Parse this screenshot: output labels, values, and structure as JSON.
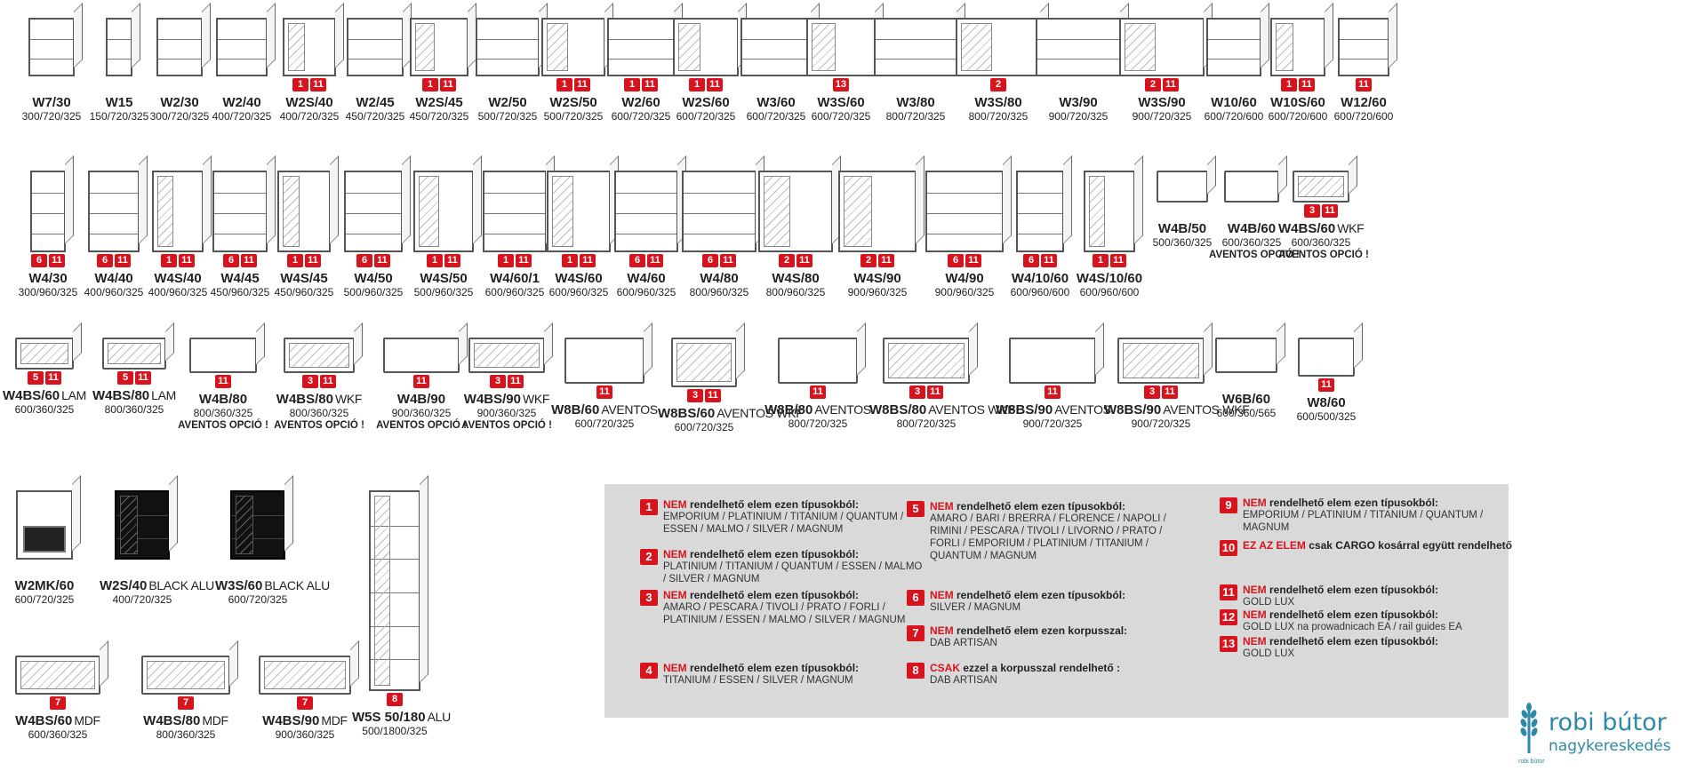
{
  "items": [
    {
      "code": "W7/30",
      "dims": "300/720/325",
      "badges": [],
      "kind": "corner_open"
    },
    {
      "code": "W15",
      "dims": "150/720/325",
      "badges": [],
      "kind": "open_narrow"
    },
    {
      "code": "W2/30",
      "dims": "300/720/325",
      "badges": [],
      "kind": "open"
    },
    {
      "code": "W2/40",
      "dims": "400/720/325",
      "badges": [],
      "kind": "open"
    },
    {
      "code": "W2S/40",
      "dims": "400/720/325",
      "badges": [
        "1",
        "11"
      ],
      "kind": "glass"
    },
    {
      "code": "W2/45",
      "dims": "450/720/325",
      "badges": [],
      "kind": "open"
    },
    {
      "code": "W2S/45",
      "dims": "450/720/325",
      "badges": [
        "1",
        "11"
      ],
      "kind": "glass"
    },
    {
      "code": "W2/50",
      "dims": "500/720/325",
      "badges": [],
      "kind": "open"
    },
    {
      "code": "W2S/50",
      "dims": "500/720/325",
      "badges": [
        "1",
        "11"
      ],
      "kind": "glass"
    },
    {
      "code": "W2/60",
      "dims": "600/720/325",
      "badges": [
        "1",
        "11"
      ],
      "kind": "open"
    },
    {
      "code": "W2S/60",
      "dims": "600/720/325",
      "badges": [
        "1",
        "11"
      ],
      "kind": "glass"
    },
    {
      "code": "W3/60",
      "dims": "600/720/325",
      "badges": [],
      "kind": "open"
    },
    {
      "code": "W3S/60",
      "dims": "600/720/325",
      "badges": [
        "13"
      ],
      "kind": "glass"
    },
    {
      "code": "W3/80",
      "dims": "800/720/325",
      "badges": [],
      "kind": "open"
    },
    {
      "code": "W3S/80",
      "dims": "800/720/325",
      "badges": [
        "2"
      ],
      "kind": "glass"
    },
    {
      "code": "W3/90",
      "dims": "900/720/325",
      "badges": [],
      "kind": "open"
    },
    {
      "code": "W3S/90",
      "dims": "900/720/325",
      "badges": [
        "2",
        "11"
      ],
      "kind": "glass"
    },
    {
      "code": "W10/60",
      "dims": "600/720/600",
      "badges": [],
      "kind": "open"
    },
    {
      "code": "W10S/60",
      "dims": "600/720/600",
      "badges": [
        "1",
        "11"
      ],
      "kind": "glass"
    },
    {
      "code": "W12/60",
      "dims": "600/720/600",
      "badges": [
        "11"
      ],
      "kind": "corner_open"
    },
    {
      "code": "W4/30",
      "dims": "300/960/325",
      "badges": [
        "6",
        "11"
      ],
      "kind": "open"
    },
    {
      "code": "W4/40",
      "dims": "400/960/325",
      "badges": [
        "6",
        "11"
      ],
      "kind": "open"
    },
    {
      "code": "W4S/40",
      "dims": "400/960/325",
      "badges": [
        "1",
        "11"
      ],
      "kind": "glass"
    },
    {
      "code": "W4/45",
      "dims": "450/960/325",
      "badges": [
        "6",
        "11"
      ],
      "kind": "open"
    },
    {
      "code": "W4S/45",
      "dims": "450/960/325",
      "badges": [
        "1",
        "11"
      ],
      "kind": "glass"
    },
    {
      "code": "W4/50",
      "dims": "500/960/325",
      "badges": [
        "6",
        "11"
      ],
      "kind": "open"
    },
    {
      "code": "W4S/50",
      "dims": "500/960/325",
      "badges": [
        "1",
        "11"
      ],
      "kind": "glass"
    },
    {
      "code": "W4/60/1",
      "dims": "600/960/325",
      "badges": [
        "1",
        "11"
      ],
      "kind": "open"
    },
    {
      "code": "W4S/60",
      "dims": "600/960/325",
      "badges": [
        "1",
        "11"
      ],
      "kind": "glass"
    },
    {
      "code": "W4/60",
      "dims": "600/960/325",
      "badges": [
        "6",
        "11"
      ],
      "kind": "open"
    },
    {
      "code": "W4/80",
      "dims": "800/960/325",
      "badges": [
        "6",
        "11"
      ],
      "kind": "open"
    },
    {
      "code": "W4S/80",
      "dims": "800/960/325",
      "badges": [
        "2",
        "11"
      ],
      "kind": "glass"
    },
    {
      "code": "W4S/90",
      "dims": "900/960/325",
      "badges": [
        "2",
        "11"
      ],
      "kind": "glass"
    },
    {
      "code": "W4/90",
      "dims": "900/960/325",
      "badges": [
        "6",
        "11"
      ],
      "kind": "open"
    },
    {
      "code": "W4/10/60",
      "dims": "600/960/600",
      "badges": [
        "6",
        "11"
      ],
      "kind": "open"
    },
    {
      "code": "W4S/10/60",
      "dims": "600/960/600",
      "badges": [
        "1",
        "11"
      ],
      "kind": "glass"
    },
    {
      "code": "W4B/50",
      "dims": "500/360/325",
      "badges": [],
      "kind": "flap"
    },
    {
      "code": "W4B/60",
      "dims": "600/360/325",
      "badges": [],
      "kind": "flap",
      "note": "AVENTOS OPCIÓ !"
    },
    {
      "code": "W4BS/60",
      "suffix": "WKF",
      "dims": "600/360/325",
      "badges": [
        "3",
        "11"
      ],
      "kind": "flap_glass",
      "note": "AVENTOS OPCIÓ !"
    },
    {
      "code": "W4BS/60",
      "suffix": "LAM",
      "dims": "600/360/325",
      "badges": [
        "5",
        "11"
      ],
      "kind": "flap_glass"
    },
    {
      "code": "W4BS/80",
      "suffix": "LAM",
      "dims": "800/360/325",
      "badges": [
        "5",
        "11"
      ],
      "kind": "flap_glass"
    },
    {
      "code": "W4B/80",
      "dims": "800/360/325",
      "badges": [
        "11"
      ],
      "kind": "flap",
      "note": "AVENTOS OPCIÓ !"
    },
    {
      "code": "W4BS/80",
      "suffix": "WKF",
      "dims": "800/360/325",
      "badges": [
        "3",
        "11"
      ],
      "kind": "flap_glass",
      "note": "AVENTOS OPCIÓ !"
    },
    {
      "code": "W4B/90",
      "dims": "900/360/325",
      "badges": [
        "11"
      ],
      "kind": "flap",
      "note": "AVENTOS OPCIÓ !"
    },
    {
      "code": "W4BS/90",
      "suffix": "WKF",
      "dims": "900/360/325",
      "badges": [
        "3",
        "11"
      ],
      "kind": "flap_glass",
      "note": "AVENTOS OPCIÓ !"
    },
    {
      "code": "W8B/60",
      "suffix": "AVENTOS",
      "dims": "600/720/325",
      "badges": [
        "11"
      ],
      "kind": "flap"
    },
    {
      "code": "W8BS/60",
      "suffix": "AVENTOS WKF",
      "dims": "600/720/325",
      "badges": [
        "3",
        "11"
      ],
      "kind": "flap_glass"
    },
    {
      "code": "W8B/80",
      "suffix": "AVENTOS",
      "dims": "800/720/325",
      "badges": [
        "11"
      ],
      "kind": "flap"
    },
    {
      "code": "W8BS/80",
      "suffix": "AVENTOS WKF",
      "dims": "800/720/325",
      "badges": [
        "3",
        "11"
      ],
      "kind": "flap_glass"
    },
    {
      "code": "W8BS/90",
      "suffix": "AVENTOS",
      "dims": "900/720/325",
      "badges": [
        "11"
      ],
      "kind": "flap"
    },
    {
      "code": "W8BS/90",
      "suffix": "AVENTOS WKF",
      "dims": "900/720/325",
      "badges": [
        "3",
        "11"
      ],
      "kind": "flap_glass"
    },
    {
      "code": "W6B/60",
      "dims": "600/360/565",
      "badges": [],
      "kind": "flap"
    },
    {
      "code": "W8/60",
      "dims": "600/500/325",
      "badges": [
        "11"
      ],
      "kind": "flap"
    },
    {
      "code": "W2MK/60",
      "dims": "600/720/325",
      "badges": [],
      "kind": "oven"
    },
    {
      "code": "W2S/40",
      "suffix": "BLACK ALU",
      "dims": "400/720/325",
      "badges": [],
      "kind": "dark_glass"
    },
    {
      "code": "W3S/60",
      "suffix": "BLACK ALU",
      "dims": "600/720/325",
      "badges": [],
      "kind": "dark_glass"
    },
    {
      "code": "W5S 50/180",
      "suffix": "ALU",
      "dims": "500/1800/325",
      "badges": [
        "8"
      ],
      "kind": "tall_glass"
    },
    {
      "code": "W4BS/60",
      "suffix": "MDF",
      "dims": "600/360/325",
      "badges": [
        "7"
      ],
      "kind": "flap_glass"
    },
    {
      "code": "W4BS/80",
      "suffix": "MDF",
      "dims": "800/360/325",
      "badges": [
        "7"
      ],
      "kind": "flap_glass"
    },
    {
      "code": "W4BS/90",
      "suffix": "MDF",
      "dims": "900/360/325",
      "badges": [
        "7"
      ],
      "kind": "flap_glass"
    }
  ],
  "legend": [
    {
      "num": "1",
      "red": "NEM",
      "head": "rendelhető elem ezen típusokból:",
      "body": "EMPORIUM / PLATINIUM / TITANIUM / QUANTUM / ESSEN / MALMO / SILVER / MAGNUM"
    },
    {
      "num": "2",
      "red": "NEM",
      "head": "rendelhető elem ezen típusokból:",
      "body": "PLATINIUM / TITANIUM / QUANTUM / ESSEN / MALMO / SILVER / MAGNUM"
    },
    {
      "num": "3",
      "red": "NEM",
      "head": "rendelhető elem ezen típusokból:",
      "body": "AMARO / PESCARA / TIVOLI / PRATO / FORLI / PLATINIUM / ESSEN / MALMO / SILVER / MAGNUM"
    },
    {
      "num": "4",
      "red": "NEM",
      "head": "rendelhető elem ezen típusokból:",
      "body": "TITANIUM / ESSEN / SILVER / MAGNUM"
    },
    {
      "num": "5",
      "red": "NEM",
      "head": "rendelhető elem ezen típusokból:",
      "body": "AMARO / BARI / BRERRA / FLORENCE / NAPOLI / RIMINI / PESCARA / TIVOLI / LIVORNO / PRATO / FORLI / EMPORIUM / PLATINIUM / TITANIUM / QUANTUM / MAGNUM"
    },
    {
      "num": "6",
      "red": "NEM",
      "head": "rendelhető elem ezen típusokból:",
      "body": "SILVER / MAGNUM"
    },
    {
      "num": "7",
      "red": "NEM",
      "head": "rendelhető elem ezen korpusszal:",
      "body": "DAB ARTISAN"
    },
    {
      "num": "8",
      "red": "CSAK",
      "head": "ezzel a korpusszal rendelhető :",
      "body": "DAB ARTISAN"
    },
    {
      "num": "9",
      "red": "NEM",
      "head": "rendelhető elem ezen típusokból:",
      "body": "EMPORIUM / PLATINIUM / TITANIUM / QUANTUM / MAGNUM"
    },
    {
      "num": "10",
      "red": "EZ AZ ELEM",
      "head": "csak CARGO kosárral  együtt rendelhető",
      "body": ""
    },
    {
      "num": "11",
      "red": "NEM",
      "head": "rendelhető elem ezen típusokból:",
      "body": "GOLD LUX"
    },
    {
      "num": "12",
      "red": "NEM",
      "head": "rendelhető elem ezen típusokból:",
      "body": "GOLD LUX na prowadnicach EA / rail guides EA"
    },
    {
      "num": "13",
      "red": "NEM",
      "head": "rendelhető elem ezen típusokból:",
      "body": "GOLD LUX"
    }
  ],
  "logo": {
    "brand": "robi bútor",
    "sub": "nagykereskedés",
    "tiny": "robi bútor"
  },
  "colors": {
    "badge": "#d7141e",
    "legend_bg": "#d9d9d9",
    "logo": "#2f88a8"
  }
}
